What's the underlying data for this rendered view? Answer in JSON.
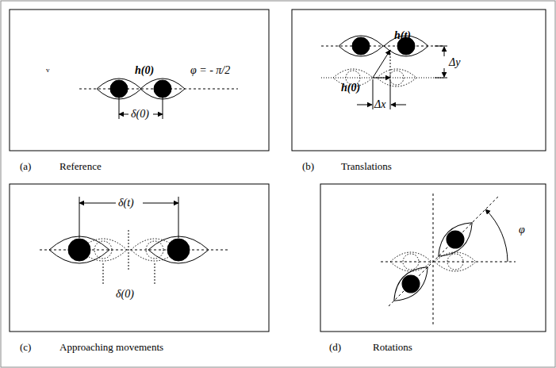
{
  "diagram": {
    "labels": [
      "h(0)",
      "φ = - π/2",
      "δ(0)",
      "v",
      "(a)",
      "Reference",
      "h(t)",
      "Δy",
      "h(0)",
      "Δx",
      "(b)",
      "Translations",
      "δ(t)",
      "δ(0)",
      "(c)",
      "Approaching movements",
      "φ",
      "(d)",
      "Rotations"
    ]
  }
}
